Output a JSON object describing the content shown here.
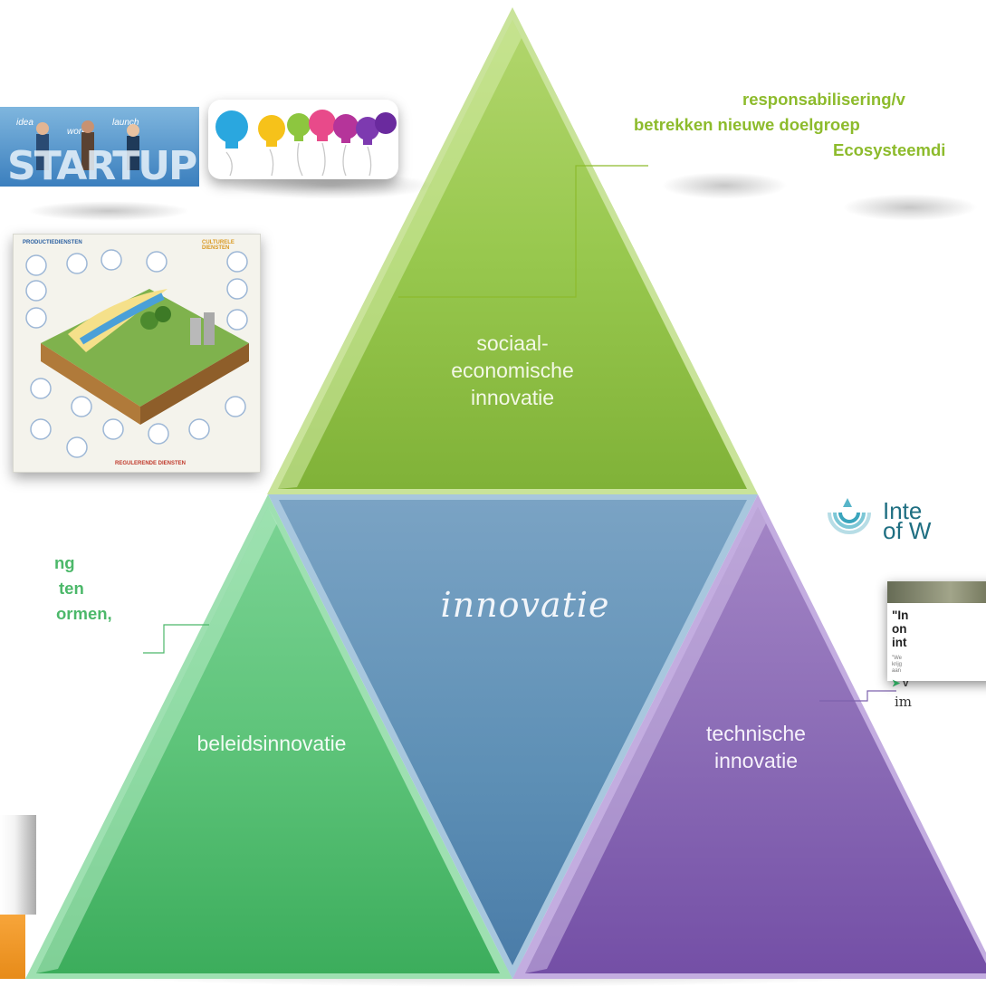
{
  "center_label": "innovatie",
  "triangles": {
    "top": "sociaal-\neconomische\ninnovatie",
    "left": "beleidsinnovatie",
    "right": "technische\ninnovatie"
  },
  "annotations": {
    "top_right": [
      "responsabilisering/v",
      "betrekken nieuwe doelgroep",
      "Ecosysteemdi"
    ],
    "left": [
      "ng",
      "ten",
      "ormen,"
    ]
  },
  "thumbnails": {
    "startup": {
      "word": "STARTUP",
      "tags": [
        "idea",
        "work",
        "launch"
      ]
    },
    "ecosystem": {
      "header_left": "PRODUCTIEDIENSTEN",
      "header_right": "CULTURELE DIENSTEN",
      "footer": "REGULERENDE DIENSTEN"
    },
    "logo": [
      "Inte",
      "of W"
    ],
    "card": {
      "quote": [
        "\"In",
        "on",
        "int"
      ],
      "small": [
        "\"We",
        "krijg",
        "aan"
      ],
      "logo1": "v",
      "logo2": "im"
    }
  },
  "colors": {
    "green_top": "#8dbb3e",
    "green_left": "#4ab86a",
    "blue_center": "#5a8fb3",
    "purple_right": "#8a6db3",
    "annotation_lime": "#8dbb2c",
    "annotation_green": "#4cb86a"
  }
}
